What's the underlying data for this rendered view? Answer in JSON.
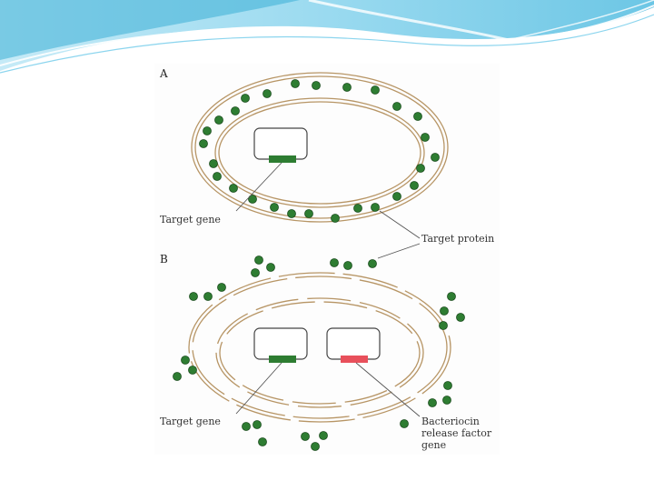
{
  "colors": {
    "header_light": "#dff3fb",
    "header_mid": "#7fd0ec",
    "header_dark": "#3aaed6",
    "membrane": "#b79565",
    "protein": "#2e7d32",
    "protein_outline": "#1b4d1e",
    "target_gene": "#2e7d32",
    "bacteriocin_gene": "#e8505b",
    "leader": "#555555"
  },
  "figure": {
    "panel_a": {
      "label": "A",
      "target_gene_label": "Target gene",
      "target_protein_label": "Target protein"
    },
    "panel_b": {
      "label": "B",
      "target_gene_label": "Target gene",
      "bacteriocin_label_lines": [
        "Bacteriocin",
        "release factor",
        "gene"
      ]
    }
  }
}
